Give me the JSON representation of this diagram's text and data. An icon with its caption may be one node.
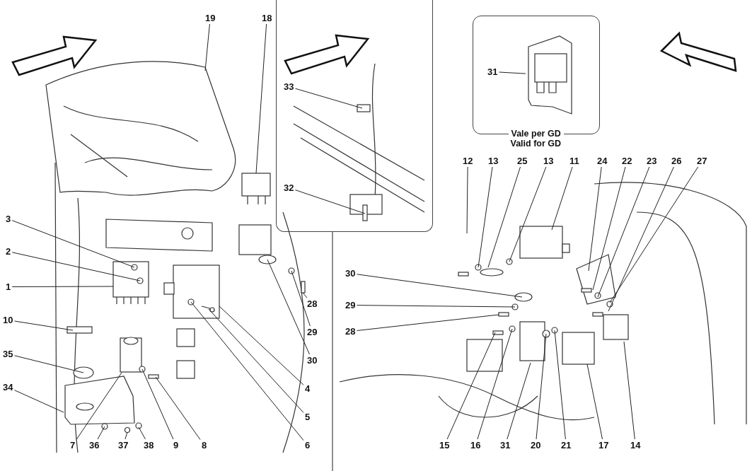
{
  "diagram": {
    "nodes": [
      {
        "text": [
          "19"
        ]
      },
      {
        "text": [
          "18"
        ]
      },
      {
        "text": [
          "3"
        ]
      },
      {
        "text": [
          "2"
        ]
      },
      {
        "text": [
          "1"
        ]
      },
      {
        "text": [
          "10"
        ]
      },
      {
        "text": [
          "35"
        ]
      },
      {
        "text": [
          "34"
        ]
      },
      {
        "text": [
          "28"
        ]
      },
      {
        "text": [
          "29"
        ]
      },
      {
        "text": [
          "30"
        ]
      },
      {
        "text": [
          "4"
        ]
      },
      {
        "text": [
          "5"
        ]
      },
      {
        "text": [
          "6"
        ]
      },
      {
        "text": [
          "7"
        ]
      },
      {
        "text": [
          "36"
        ]
      },
      {
        "text": [
          "37"
        ]
      },
      {
        "text": [
          "38"
        ]
      },
      {
        "text": [
          "9"
        ]
      },
      {
        "text": [
          "8"
        ]
      },
      {
        "text": [],
        "shape": "box"
      },
      {
        "text": [
          "33"
        ],
        "in": 20
      },
      {
        "text": [
          "32"
        ],
        "in": 20
      },
      {
        "text": [
          "Vale per GD",
          "Valid for GD"
        ]
      },
      {
        "text": [
          "31"
        ],
        "in": 23
      },
      {
        "text": [],
        "shape": "picture",
        "in": 23
      },
      {
        "text": [
          "12"
        ]
      },
      {
        "text": [
          "13"
        ]
      },
      {
        "text": [
          "25"
        ]
      },
      {
        "text": [
          "13"
        ]
      },
      {
        "text": [
          "11"
        ]
      },
      {
        "text": [
          "24"
        ]
      },
      {
        "text": [
          "22"
        ]
      },
      {
        "text": [
          "23"
        ]
      },
      {
        "text": [
          "26"
        ]
      },
      {
        "text": [
          "27"
        ]
      },
      {
        "text": [
          "30"
        ]
      },
      {
        "text": [
          "29"
        ]
      },
      {
        "text": [
          "28"
        ]
      },
      {
        "text": [
          "15"
        ]
      },
      {
        "text": [
          "16"
        ]
      },
      {
        "text": [
          "31"
        ]
      },
      {
        "text": [
          "20"
        ]
      },
      {
        "text": [
          "21"
        ]
      },
      {
        "text": [
          "17"
        ]
      },
      {
        "text": [
          "14"
        ]
      }
    ],
    "edges": [
      {
        "from": 0,
        "to": null,
        "arrow": "none"
      },
      {
        "from": 1,
        "to": null,
        "arrow": "none"
      },
      {
        "from": 2,
        "to": null,
        "arrow": "none"
      },
      {
        "from": 3,
        "to": null,
        "arrow": "none"
      },
      {
        "from": 4,
        "to": null,
        "arrow": "none"
      },
      {
        "from": 5,
        "to": null,
        "arrow": "none"
      },
      {
        "from": 6,
        "to": null,
        "arrow": "none"
      },
      {
        "from": 7,
        "to": null,
        "arrow": "none"
      },
      {
        "from": 8,
        "to": null,
        "arrow": "none"
      },
      {
        "from": 9,
        "to": null,
        "arrow": "none"
      },
      {
        "from": 10,
        "to": null,
        "arrow": "none"
      },
      {
        "from": 11,
        "to": null,
        "arrow": "none"
      },
      {
        "from": 12,
        "to": null,
        "arrow": "none"
      },
      {
        "from": 13,
        "to": null,
        "arrow": "none"
      },
      {
        "from": 14,
        "to": null,
        "arrow": "none"
      },
      {
        "from": 15,
        "to": null,
        "arrow": "none"
      },
      {
        "from": 16,
        "to": null,
        "arrow": "none"
      },
      {
        "from": 17,
        "to": null,
        "arrow": "none"
      },
      {
        "from": 18,
        "to": null,
        "arrow": "none"
      },
      {
        "from": 19,
        "to": null,
        "arrow": "none"
      },
      {
        "from": 21,
        "to": null,
        "arrow": "none"
      },
      {
        "from": 22,
        "to": null,
        "arrow": "none"
      },
      {
        "from": 24,
        "to": 25,
        "arrow": "none"
      },
      {
        "from": 26,
        "to": null,
        "arrow": "none"
      },
      {
        "from": 27,
        "to": null,
        "arrow": "none"
      },
      {
        "from": 28,
        "to": null,
        "arrow": "none"
      },
      {
        "from": 29,
        "to": null,
        "arrow": "none"
      },
      {
        "from": 30,
        "to": null,
        "arrow": "none"
      },
      {
        "from": 31,
        "to": null,
        "arrow": "none"
      },
      {
        "from": 32,
        "to": null,
        "arrow": "none"
      },
      {
        "from": 33,
        "to": null,
        "arrow": "none"
      },
      {
        "from": 34,
        "to": null,
        "arrow": "none"
      },
      {
        "from": 35,
        "to": null,
        "arrow": "none"
      },
      {
        "from": 36,
        "to": null,
        "arrow": "none"
      },
      {
        "from": 37,
        "to": null,
        "arrow": "none"
      },
      {
        "from": 38,
        "to": null,
        "arrow": "none"
      },
      {
        "from": 39,
        "to": null,
        "arrow": "none"
      },
      {
        "from": 40,
        "to": null,
        "arrow": "none"
      },
      {
        "from": 41,
        "to": null,
        "arrow": "none"
      },
      {
        "from": 42,
        "to": null,
        "arrow": "none"
      },
      {
        "from": 43,
        "to": null,
        "arrow": "none"
      },
      {
        "from": 44,
        "to": null,
        "arrow": "none"
      },
      {
        "from": 45,
        "to": null,
        "arrow": "none"
      }
    ]
  }
}
